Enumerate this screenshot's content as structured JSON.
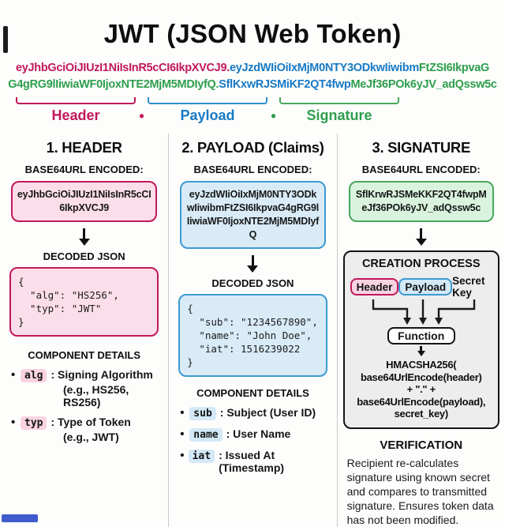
{
  "title": "JWT (JSON Web Token)",
  "ui": {
    "bullet": "•"
  },
  "colors": {
    "header": "#c2185b",
    "payload": "#1779c4",
    "signature": "#2d9e4c",
    "header_fill": "#fbdee9",
    "payload_fill": "#d8ebf7",
    "signature_fill": "#d9f3de",
    "process_fill": "#ededed"
  },
  "token": {
    "line1_segments": [
      {
        "text": "eyJhbGciOiJIUzI1NiIsInR5cCI6IkpXVCJ9.",
        "part": "header"
      },
      {
        "text": "eyJzdWIiOiIxMjM0NTY3ODkwIiwibm",
        "part": "payload"
      },
      {
        "text": "FtZSI6IkpvaG",
        "part": "signature"
      }
    ],
    "line2_segments": [
      {
        "text": "G4gRG9lIiwiaWF0IjoxNTE2MjM5MDIyfQ.",
        "part": "signature"
      },
      {
        "text": "SflKxwRJSMiKF2QT4fwp",
        "part": "payload"
      },
      {
        "text": "MeJf36POk6yJV_adQssw5c",
        "part": "signature"
      }
    ]
  },
  "legend": {
    "header": "Header",
    "payload": "Payload",
    "signature": "Signature",
    "separator": "•"
  },
  "header_col": {
    "heading": "1. HEADER",
    "encoded_label": "BASE64URL ENCODED:",
    "encoded_value": "eyJhbGciOiJIUzI1NiIsInR5cCI6IkpXVCJ9",
    "decoded_label": "DECODED JSON",
    "decoded_json": "{\n  \"alg\": \"HS256\",\n  \"typ\": \"JWT\"\n}",
    "details_label": "COMPONENT DETAILS",
    "details": [
      {
        "term": "alg",
        "desc": ": Signing Algorithm",
        "example": "(e.g., HS256, RS256)"
      },
      {
        "term": "typ",
        "desc": ": Type of Token",
        "example": "(e.g., JWT)"
      }
    ]
  },
  "payload_col": {
    "heading": "2. PAYLOAD (Claims)",
    "encoded_label": "BASE64URL ENCODED:",
    "encoded_value": "eyJzdWIiOiIxMjM0NTY3ODkwIiwibmFtZSI6IkpvaG4gRG9lIiwiaWF0IjoxNTE2MjM5MDIyfQ",
    "decoded_label": "DECODED JSON",
    "decoded_json": "{\n  \"sub\": \"1234567890\",\n  \"name\": \"John Doe\",\n  \"iat\": 1516239022\n}",
    "details_label": "COMPONENT DETAILS",
    "details": [
      {
        "term": "sub",
        "desc": ": Subject (User ID)"
      },
      {
        "term": "name",
        "desc": ": User Name"
      },
      {
        "term": "iat",
        "desc": ": Issued At (Timestamp)"
      }
    ]
  },
  "signature_col": {
    "heading": "3. SIGNATURE",
    "encoded_label": "BASE64URL ENCODED:",
    "encoded_value": "SflKrwRJSMeKKF2QT4fwpMeJf36POk6yJV_adQssw5c",
    "process": {
      "label": "CREATION PROCESS",
      "input_header": "Header",
      "input_payload": "Payload",
      "input_secret": "Secret Key",
      "function_label": "Function",
      "formula": "HMACSHA256(\nbase64UrlEncode(header)\n+ \".\" +\nbase64UrlEncode(payload),\nsecret_key)"
    },
    "verification_label": "VERIFICATION",
    "verification_text": "Recipient re-calculates signature using known secret and compares to transmitted signature. Ensures token data has not been modified."
  }
}
